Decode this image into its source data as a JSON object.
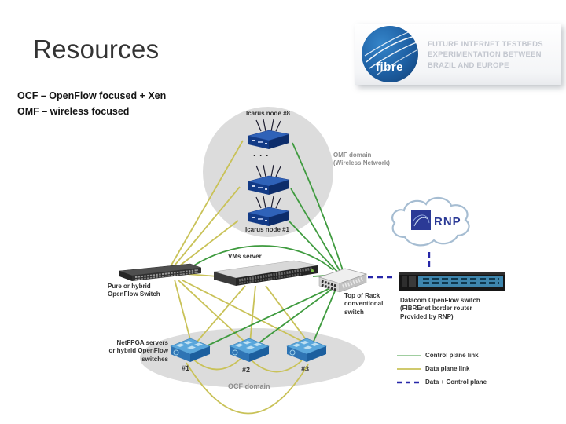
{
  "slide": {
    "title": "Resources",
    "subtitle_line1": "OCF – OpenFlow focused + Xen",
    "subtitle_line2": "OMF – wireless focused"
  },
  "logo": {
    "wordmark": "fibre",
    "tagline_line1": "FUTURE INTERNET TESTBEDS",
    "tagline_line2": "EXPERIMENTATION BETWEEN",
    "tagline_line3": "BRAZIL AND EUROPE"
  },
  "diagram": {
    "omf": {
      "top_node_label": "Icarus node #8",
      "ellipsis": ". . .",
      "bottom_node_label": "Icarus node #1",
      "domain_line1": "OMF domain",
      "domain_line2": "(Wireless Network)"
    },
    "cloud_label": "RNP",
    "vms_server_label": "VMs server",
    "openflow_switch_line1": "Pure or hybrid",
    "openflow_switch_line2": "OpenFlow Switch",
    "tor_line1": "Top of Rack",
    "tor_line2": "conventional",
    "tor_line3": "switch",
    "datacom_line1": "Datacom OpenFlow switch",
    "datacom_line2": "(FIBREnet border router",
    "datacom_line3": "Provided by RNP)",
    "netfpga_line1": "NetFPGA servers",
    "netfpga_line2": "or hybrid OpenFlow",
    "netfpga_line3": "switches",
    "switch1_label": "#1",
    "switch2_label": "#2",
    "switch3_label": "#3",
    "ocf_domain_label": "OCF domain",
    "legend": {
      "control_label": "Control plane link",
      "data_label": "Data plane link",
      "combined_label": "Data + Control plane"
    },
    "colors": {
      "control_link": "#3f9b3f",
      "data_link": "#c9c258",
      "combined_link": "#2727a8",
      "domain_fill": "#dcdcdc",
      "node_blue": "#123a86",
      "box_blue": "#2e74b4"
    }
  }
}
